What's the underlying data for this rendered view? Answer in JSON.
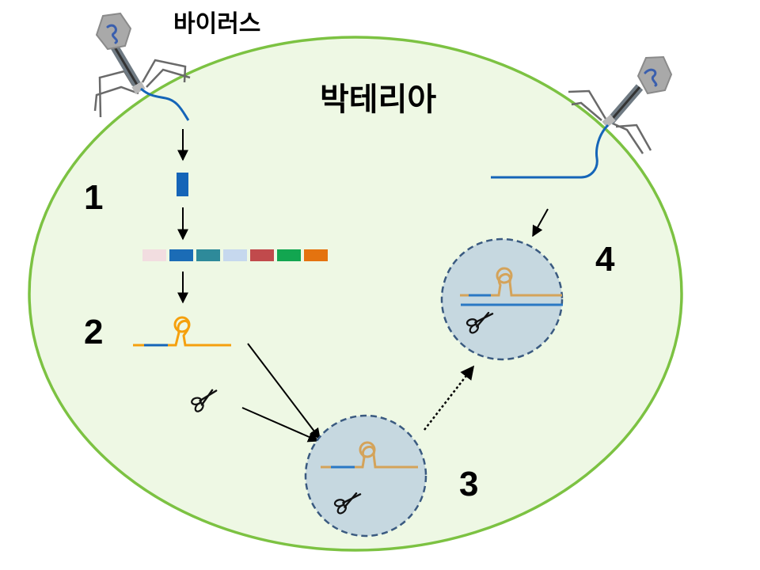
{
  "labels": {
    "virus": "바이러스",
    "bacteria": "박테리아"
  },
  "steps": [
    "1",
    "2",
    "3",
    "4"
  ],
  "icons": [
    "scissors-icon",
    "bacteriophage-icon",
    "hairpin-rna-icon"
  ],
  "colors": {
    "cell_fill": "#eef8e4",
    "cell_stroke": "#7cc242",
    "complex_fill": "#c6d8e0",
    "complex_stroke": "#3a5a80",
    "dna_blue": "#1565b8",
    "rna_orange": "#f5a00e",
    "rna_tan": "#d4a35a",
    "phage_gray": "#9a9a9a",
    "array_segments": [
      "#f2dde0",
      "#1b6cb6",
      "#2e8a9a",
      "#c6d8ee",
      "#c14a4c",
      "#12a650",
      "#e4730f"
    ]
  }
}
